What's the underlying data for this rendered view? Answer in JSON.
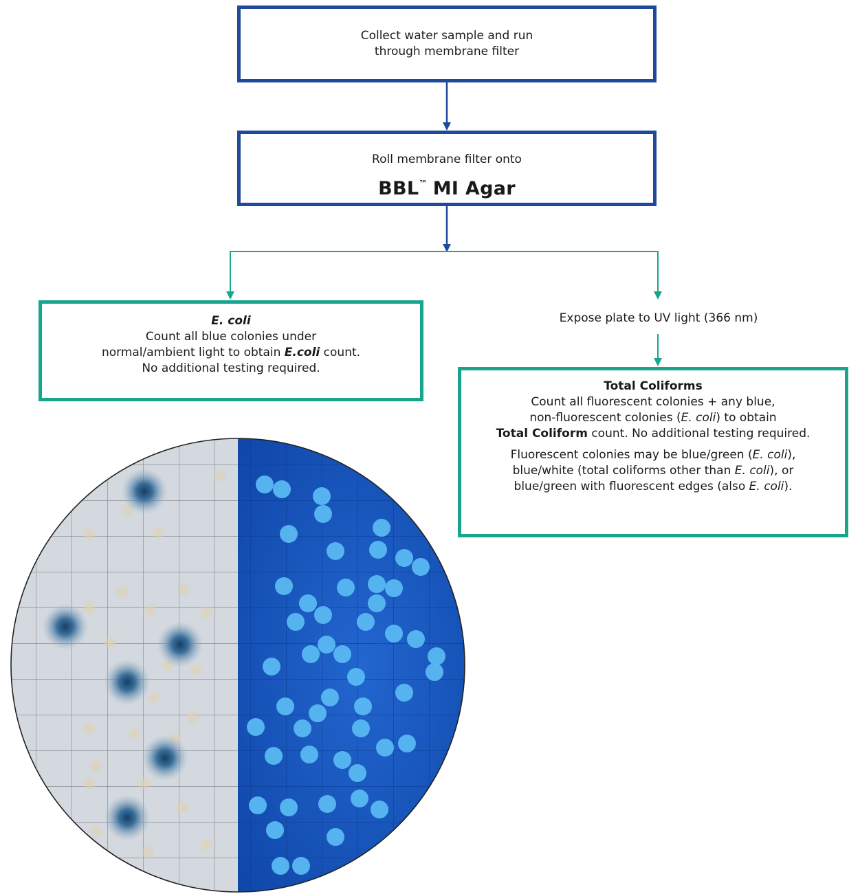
{
  "step1": {
    "line1": "Collect water sample and run",
    "line2": "through membrane filter"
  },
  "step2": {
    "line1": "Roll membrane filter onto",
    "product_name": "BBL",
    "trademark": "™",
    "medium": "MI Agar"
  },
  "ecoli_box": {
    "title": "E. coli",
    "line1": "Count all blue colonies under",
    "line2_prefix": "normal/ambient light to obtain ",
    "line2_emph": "E.coli",
    "line2_suffix": " count.",
    "line3": "No additional testing required."
  },
  "uv_step": {
    "text": "Expose plate to UV light (366 nm)"
  },
  "coliform_box": {
    "title": "Total Coliforms",
    "p1_line1": "Count all fluorescent colonies + any blue,",
    "p1_line2_prefix": "non-fluorescent colonies (",
    "p1_line2_emph": "E. coli",
    "p1_line2_suffix": ") to obtain",
    "p1_line3_bold": "Total Coliform",
    "p1_line3_suffix": " count. No additional testing required.",
    "p2_line1_prefix": "Fluorescent colonies may be blue/green (",
    "p2_line1_emph": "E. coli",
    "p2_line1_suffix": "),",
    "p2_line2_prefix": "blue/white (total coliforms other than ",
    "p2_line2_emph": "E. coli",
    "p2_line2_suffix": "), or",
    "p2_line3_prefix": "blue/green with fluorescent edges (also ",
    "p2_line3_emph": "E. coli",
    "p2_line3_suffix": ")."
  },
  "colors": {
    "navy": "#1f4a99",
    "teal": "#17a58e",
    "plate_left_bg": "#d4d9df",
    "plate_right_bg": "#1b59c2",
    "colony_fluorescent": "#59b8f2",
    "colony_blue": "#2e5f8d",
    "colony_beige": "#ddd1b2"
  },
  "plate_photo": {
    "left_half": "ambient light",
    "right_half": "UV light"
  }
}
